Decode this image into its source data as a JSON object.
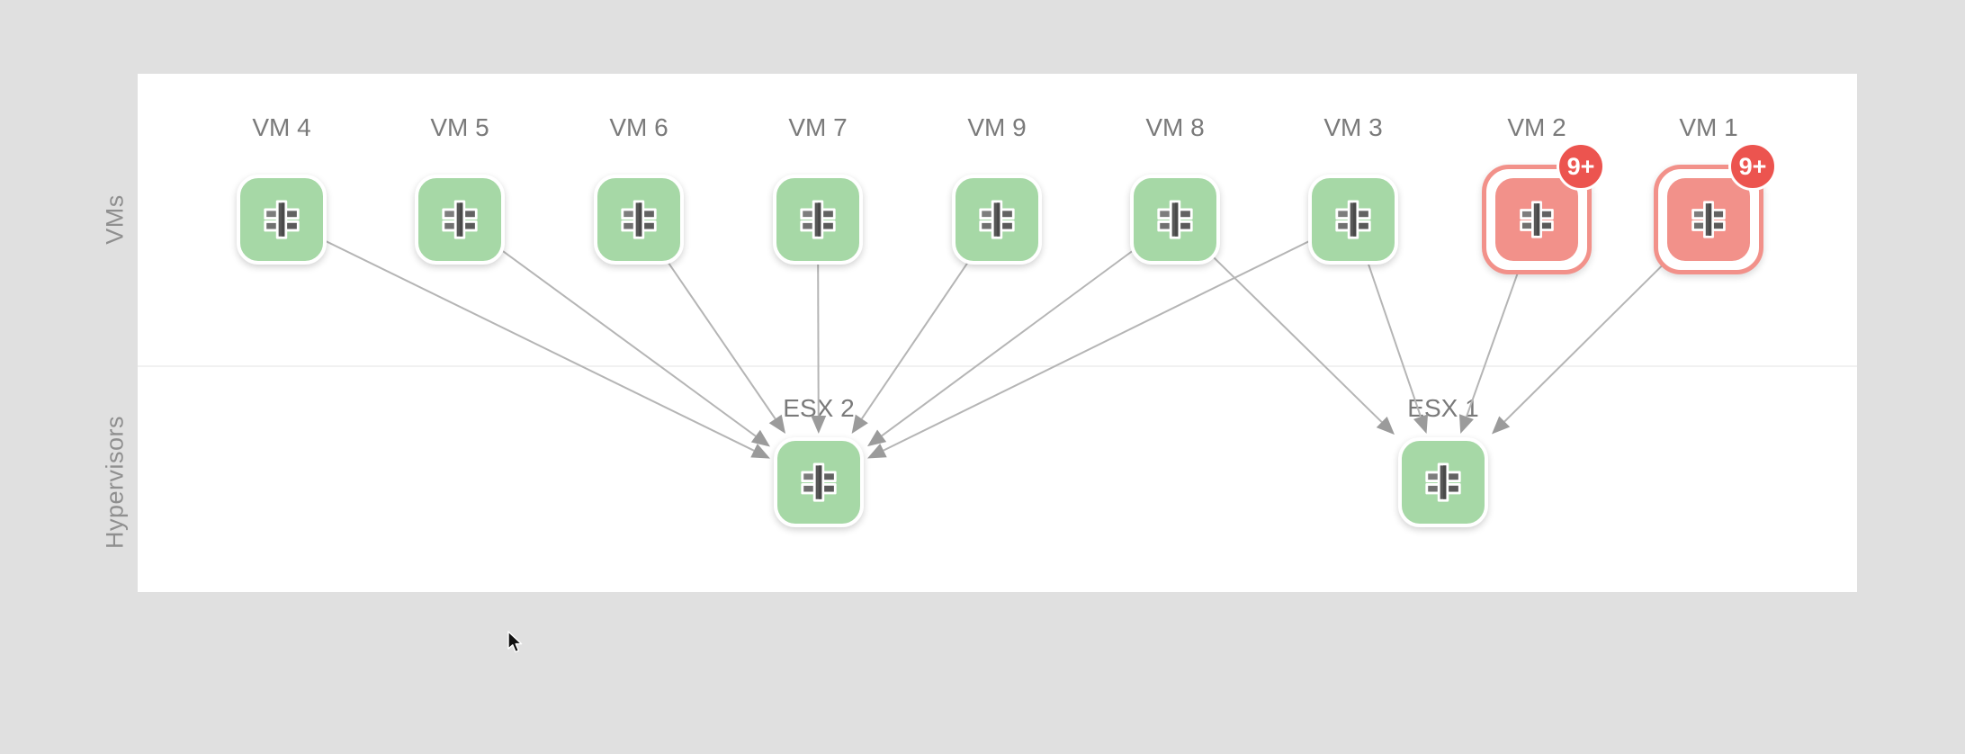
{
  "diagram": {
    "rows": [
      {
        "label": "VMs"
      },
      {
        "label": "Hypervisors"
      }
    ],
    "vms": [
      {
        "label": "VM 4",
        "status": "ok",
        "badge": ""
      },
      {
        "label": "VM 5",
        "status": "ok",
        "badge": ""
      },
      {
        "label": "VM 6",
        "status": "ok",
        "badge": ""
      },
      {
        "label": "VM 7",
        "status": "ok",
        "badge": ""
      },
      {
        "label": "VM 9",
        "status": "ok",
        "badge": ""
      },
      {
        "label": "VM 8",
        "status": "ok",
        "badge": ""
      },
      {
        "label": "VM 3",
        "status": "ok",
        "badge": ""
      },
      {
        "label": "VM 2",
        "status": "alert",
        "badge": "9+"
      },
      {
        "label": "VM 1",
        "status": "alert",
        "badge": "9+"
      }
    ],
    "hypervisors": [
      {
        "label": "ESX 2"
      },
      {
        "label": "ESX 1"
      }
    ],
    "edges": [
      {
        "from": "VM 4",
        "to": "ESX 2"
      },
      {
        "from": "VM 5",
        "to": "ESX 2"
      },
      {
        "from": "VM 6",
        "to": "ESX 2"
      },
      {
        "from": "VM 7",
        "to": "ESX 2"
      },
      {
        "from": "VM 9",
        "to": "ESX 2"
      },
      {
        "from": "VM 8",
        "to": "ESX 2"
      },
      {
        "from": "VM 3",
        "to": "ESX 2"
      },
      {
        "from": "VM 8",
        "to": "ESX 1"
      },
      {
        "from": "VM 3",
        "to": "ESX 1"
      },
      {
        "from": "VM 2",
        "to": "ESX 1"
      },
      {
        "from": "VM 1",
        "to": "ESX 1"
      }
    ]
  },
  "colors": {
    "background": "#e0e0e0",
    "panel": "#ffffff",
    "divider": "#f1f1f1",
    "node_ok": "#a6d8a6",
    "node_alert": "#f2918a",
    "badge": "#ec544f",
    "badge_text": "#ffffff",
    "edge_line": "#b5b5b5",
    "arrowhead": "#9b9b9b",
    "node_label": "#7a7a7a",
    "row_label": "#8f8f8f"
  }
}
